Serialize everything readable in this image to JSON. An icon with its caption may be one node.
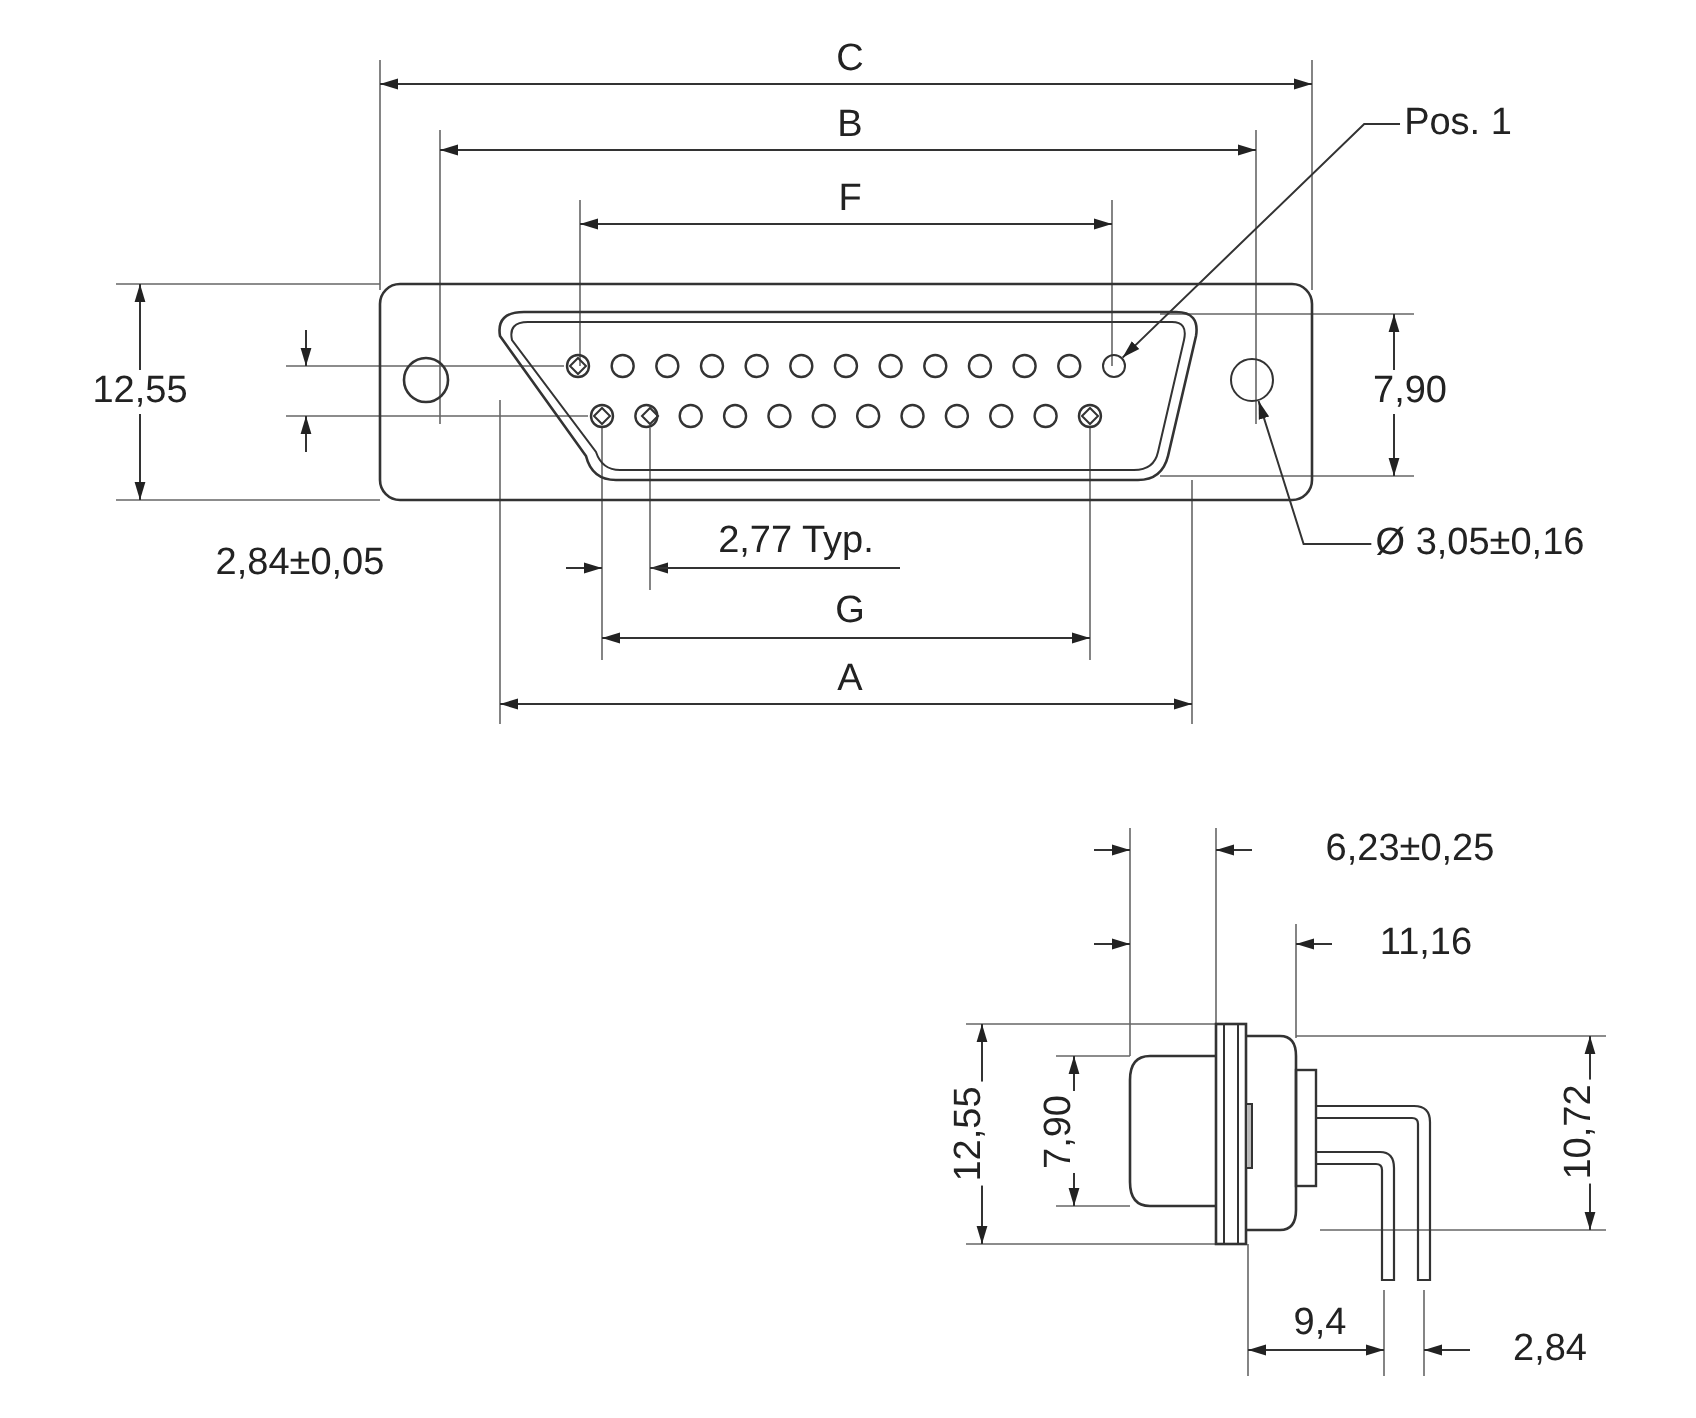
{
  "diagram": {
    "nodes": [
      {
        "text": [
          "Pos. 1"
        ]
      },
      {
        "text": [],
        "shape": "circle"
      },
      {
        "text": [
          "Ø 3,05±0,16"
        ]
      },
      {
        "text": [],
        "shape": "circle"
      }
    ],
    "edges": [
      {
        "from": 0,
        "to": 1,
        "arrow": "to"
      },
      {
        "from": 2,
        "to": 3,
        "arrow": "to"
      }
    ],
    "labels": [
      "C",
      "B",
      "F",
      "12,55",
      "7,90",
      "2,84±0,05",
      "2,77 Typ.",
      "G",
      "A",
      "6,23±0,25",
      "11,16",
      "12,55",
      "7,90",
      "10,72",
      "9,4",
      "2,84"
    ]
  }
}
